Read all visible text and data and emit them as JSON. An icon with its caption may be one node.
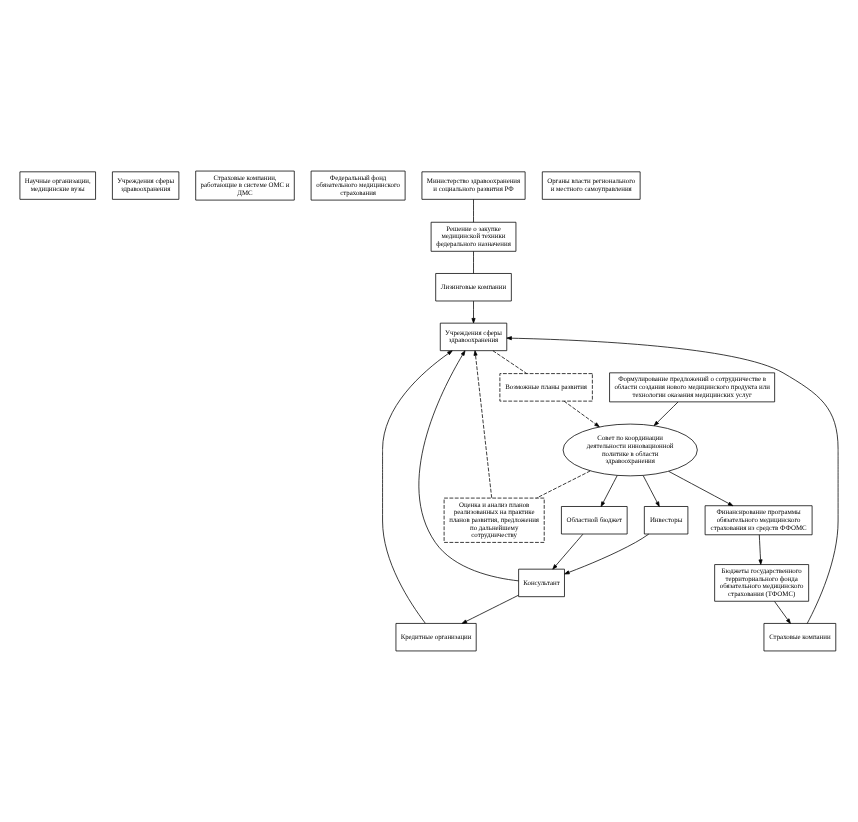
{
  "diagram": {
    "nodes": [
      {
        "text": [
          "Научные организации, медицинские вузы"
        ]
      },
      {
        "text": [
          "Учреждения сферы здравоохранения"
        ]
      },
      {
        "text": [
          "Страховые компании, работающие в системе ОМС и ДМС"
        ]
      },
      {
        "text": [
          "Федеральный фонд обязательного медицинского страхования"
        ]
      },
      {
        "text": [
          "Министерство здравоохранения и социального развития РФ"
        ]
      },
      {
        "text": [
          "Органы власти регионального и местного самоуправления"
        ]
      },
      {
        "text": [
          "Формулирование предложений о сотрудничестве в области создания нового медицинского продукта или технологии оказания медицинских услуг"
        ]
      },
      {
        "text": [
          "Решение о закупке медицинской техники федерального назначения"
        ]
      },
      {
        "text": [
          "Совет по координации деятельности инновационной политике в области здравоохранения"
        ]
      },
      {
        "text": [
          "Областной бюджет"
        ]
      },
      {
        "text": [
          "Инвесторы"
        ]
      },
      {
        "text": [
          "Финансирование программы обязательного медицинского страхования из средств ФФОМС"
        ]
      },
      {
        "text": [
          "Консультант"
        ]
      },
      {
        "text": [
          "Возможные планы развития"
        ]
      },
      {
        "text": [
          "Оценка и анализ планов реализованных на практике планов развития, предложения по дальнейшему сотрудничеству"
        ]
      },
      {
        "text": [
          "Бюджеты государственного территориального фонда обязательного медицинского страхования (ТФОМС)"
        ]
      },
      {
        "text": [
          "Кредитные организации"
        ]
      },
      {
        "text": [
          "Страховые компании"
        ]
      },
      {
        "text": [
          "Учреждения сферы здравоохранения"
        ]
      },
      {
        "text": [
          "Лизинговые компании"
        ]
      }
    ],
    "edges": [
      {
        "from": 4,
        "to": 7,
        "arrow": "none"
      },
      {
        "from": 6,
        "to": 8,
        "arrow": "to"
      },
      {
        "from": 8,
        "to": 9,
        "arrow": "to"
      },
      {
        "from": 8,
        "to": 10,
        "arrow": "to"
      },
      {
        "from": 8,
        "to": 11,
        "arrow": "to"
      },
      {
        "from": 9,
        "to": 12,
        "arrow": "to"
      },
      {
        "from": 10,
        "to": 12,
        "arrow": "to"
      },
      {
        "from": 12,
        "to": 16,
        "arrow": "to"
      },
      {
        "from": 12,
        "to": 18,
        "arrow": "to"
      },
      {
        "from": 16,
        "to": 18,
        "arrow": "to"
      },
      {
        "from": 13,
        "to": 8,
        "arrow": "to",
        "style": "dashed"
      },
      {
        "from": 18,
        "to": 13,
        "arrow": "none",
        "style": "dashed"
      },
      {
        "from": 8,
        "to": 14,
        "arrow": "none",
        "style": "dashed"
      },
      {
        "from": 14,
        "to": 18,
        "arrow": "to",
        "style": "dashed"
      },
      {
        "from": 11,
        "to": 15,
        "arrow": "to"
      },
      {
        "from": 15,
        "to": 17,
        "arrow": "to"
      },
      {
        "from": 17,
        "to": 18,
        "arrow": "to"
      },
      {
        "from": 7,
        "to": 19,
        "arrow": "none"
      },
      {
        "from": 19,
        "to": 18,
        "arrow": "to"
      }
    ]
  }
}
